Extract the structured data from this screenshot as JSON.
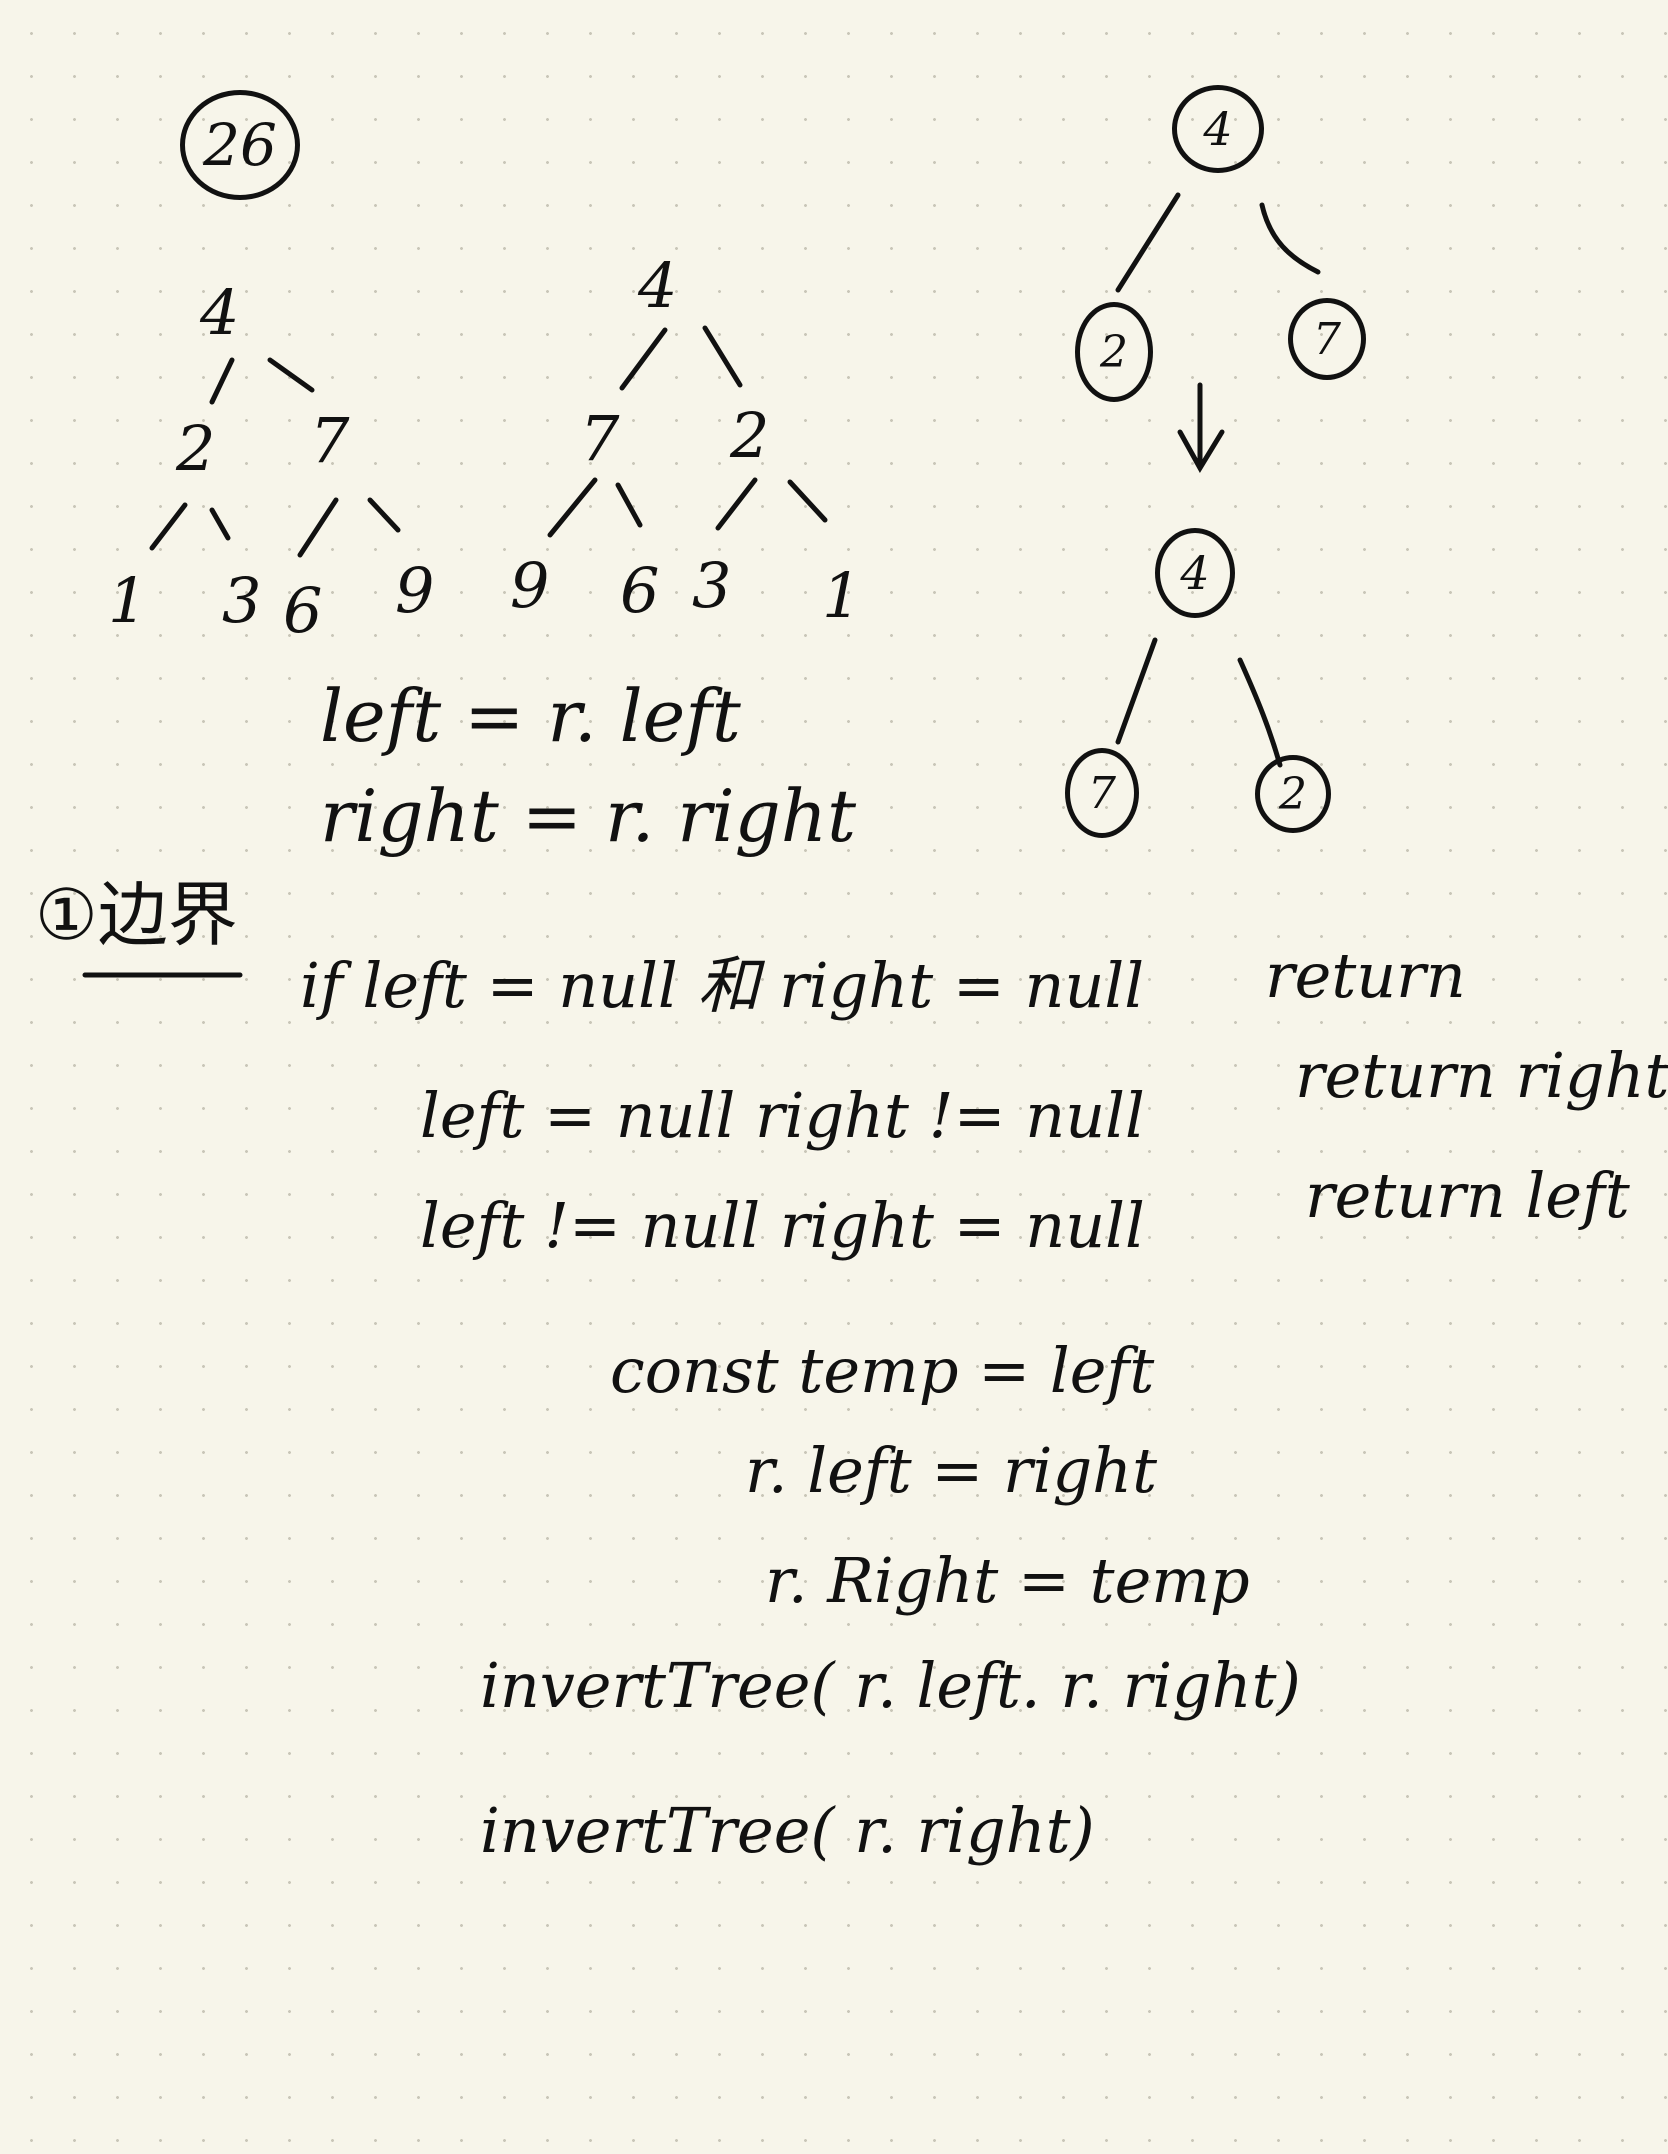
{
  "problem_number": "26",
  "tree_original": {
    "root": "4",
    "level2": [
      "2",
      "7"
    ],
    "leaves": [
      "1",
      "3",
      "6",
      "9"
    ]
  },
  "tree_inverted": {
    "root": "4",
    "level2": [
      "7",
      "2"
    ],
    "leaves": [
      "9",
      "6",
      "3",
      "1"
    ]
  },
  "recursion_sketch": {
    "top_root": "4",
    "top_children": [
      "2",
      "7"
    ],
    "bottom_root": "4",
    "bottom_children": [
      "7",
      "2"
    ]
  },
  "assignments": [
    "left = r. left",
    "right = r. right"
  ],
  "boundary_heading": "①边界",
  "conditions": [
    {
      "cond": "if  left = null  和  right = null",
      "action": "return"
    },
    {
      "cond": "left = null      right != null",
      "action": "return right"
    },
    {
      "cond": "left != null     right = null",
      "action": "return left"
    }
  ],
  "swap_lines": [
    "const  temp = left",
    "r. left = right",
    "r. Right = temp"
  ],
  "calls": [
    "invertTree( r. left.  r. right)",
    "invertTree( r. right)"
  ]
}
